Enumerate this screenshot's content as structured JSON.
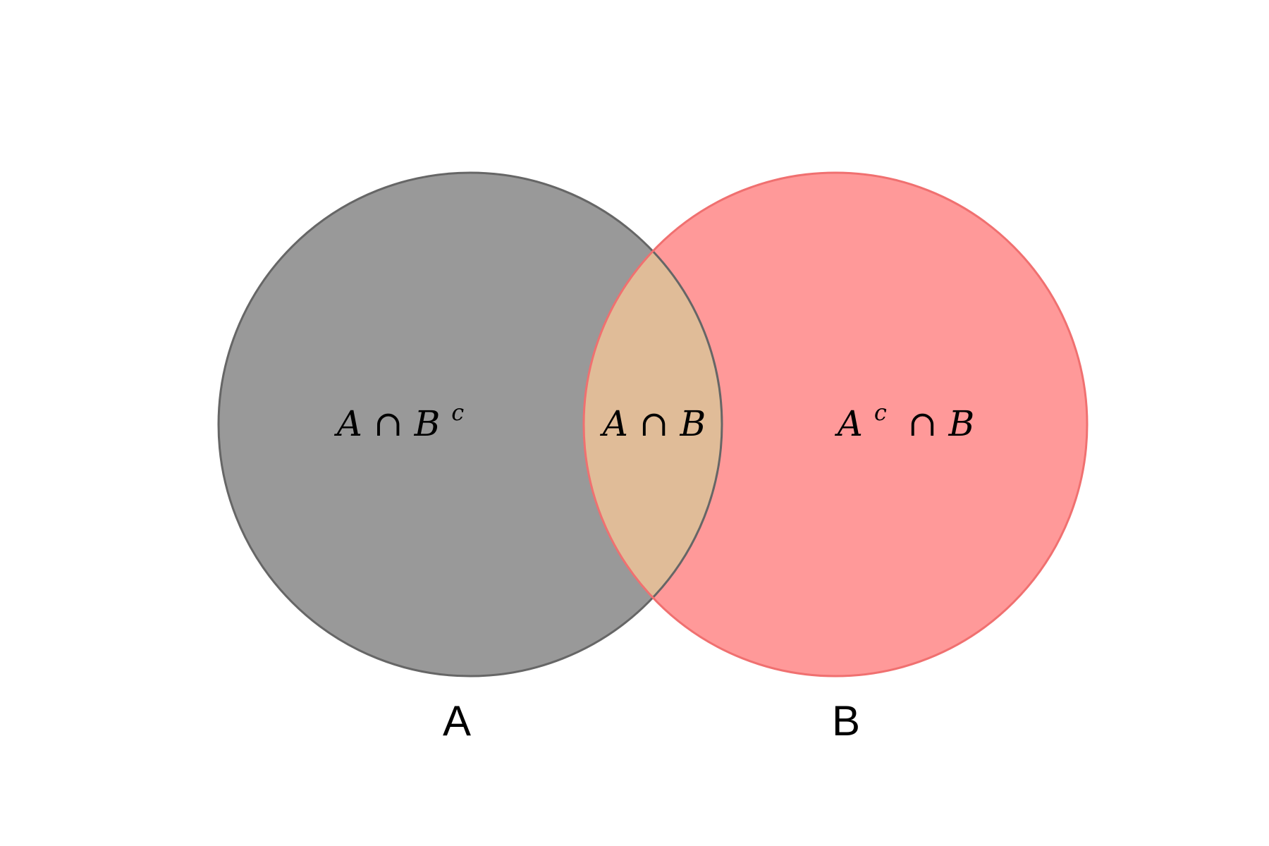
{
  "diagram": {
    "type": "venn",
    "sets": [
      {
        "name": "A",
        "fill": "#999999",
        "stroke": "#666666"
      },
      {
        "name": "B",
        "fill": "#ff9999",
        "stroke": "#f07070"
      }
    ],
    "intersection_fill": "#e0bc98",
    "regions": {
      "a_only": {
        "var1": "A",
        "op": "∩",
        "var2": "B",
        "sup": "c"
      },
      "both": {
        "var1": "A",
        "op": "∩",
        "var2": "B"
      },
      "b_only": {
        "var1": "A",
        "sup": "c",
        "op": "∩",
        "var2": "B"
      }
    }
  }
}
